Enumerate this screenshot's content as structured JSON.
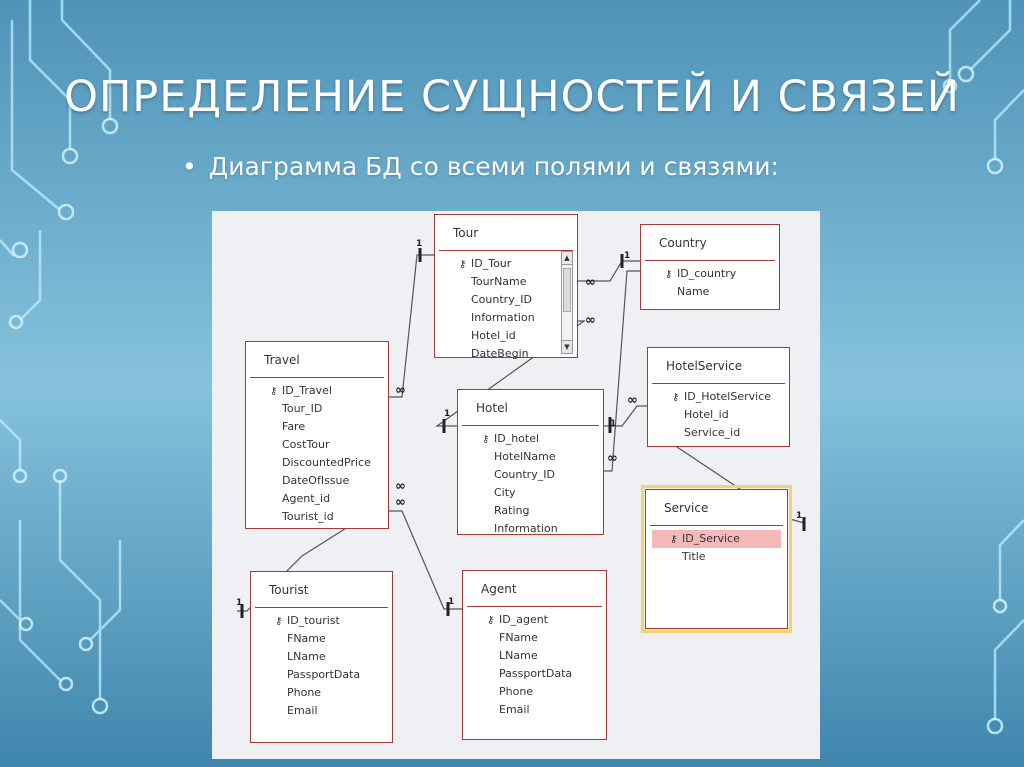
{
  "title": "ОПРЕДЕЛЕНИЕ СУЩНОСТЕЙ И СВЯЗЕЙ",
  "bullet": "Диаграмма БД со всеми полями и связями:",
  "colors": {
    "entity_border": "#a33a3a",
    "selected_row": "#f4b8b8",
    "selected_table_outline": "#f5d36b",
    "link_line": "#555555"
  },
  "diagram": {
    "tables": {
      "tour": {
        "name": "Tour",
        "fields": [
          "ID_Tour",
          "TourName",
          "Country_ID",
          "Information",
          "Hotel_id",
          "DateBegin"
        ]
      },
      "country": {
        "name": "Country",
        "fields": [
          "ID_country",
          "Name"
        ]
      },
      "travel": {
        "name": "Travel",
        "fields": [
          "ID_Travel",
          "Tour_ID",
          "Fare",
          "CostTour",
          "DiscountedPrice",
          "DateOfIssue",
          "Agent_id",
          "Tourist_id"
        ]
      },
      "hotel": {
        "name": "Hotel",
        "fields": [
          "ID_hotel",
          "HotelName",
          "Country_ID",
          "City",
          "Rating",
          "Information"
        ]
      },
      "hotelservice": {
        "name": "HotelService",
        "fields": [
          "ID_HotelService",
          "Hotel_id",
          "Service_id"
        ]
      },
      "service": {
        "name": "Service",
        "fields": [
          "ID_Service",
          "Title"
        ]
      },
      "tourist": {
        "name": "Tourist",
        "fields": [
          "ID_tourist",
          "FName",
          "LName",
          "PassportData",
          "Phone",
          "Email"
        ]
      },
      "agent": {
        "name": "Agent",
        "fields": [
          "ID_agent",
          "FName",
          "LName",
          "PassportData",
          "Phone",
          "Email"
        ]
      }
    },
    "cardinality": {
      "one": "1",
      "many": "∞"
    }
  }
}
